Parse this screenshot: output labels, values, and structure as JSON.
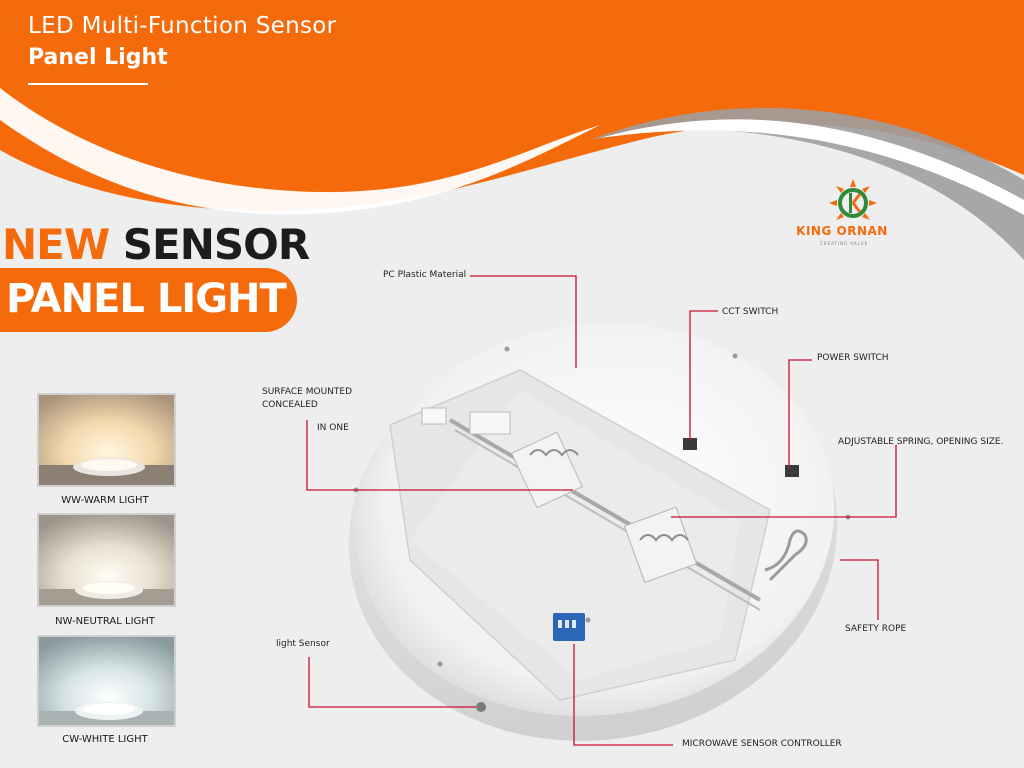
{
  "header": {
    "line1": "LED Multi-Function Sensor",
    "line2": "Panel Light"
  },
  "headline": {
    "word_new": "NEW",
    "word_sensor": "SENSOR",
    "pill_text": "PANEL LIGHT"
  },
  "brand": {
    "name": "KING ORNAN",
    "tagline": "CREATING VALUE"
  },
  "swatches": [
    {
      "caption": "WW-WARM LIGHT"
    },
    {
      "caption": "NW-NEUTRAL LIGHT"
    },
    {
      "caption": "CW-WHITE LIGHT"
    }
  ],
  "callouts": {
    "pc_plastic": "PC Plastic Material",
    "cct_switch": "CCT SWITCH",
    "power_switch": "POWER SWITCH",
    "surface_mounted_1": "SURFACE MOUNTED",
    "surface_mounted_2": "CONCEALED",
    "in_one": "IN ONE",
    "adjustable_spring": "ADJUSTABLE SPRING, OPENING SIZE.",
    "safety_rope": "SAFETY ROPE",
    "light_sensor": "light Sensor",
    "microwave": "MICROWAVE SENSOR CONTROLLER"
  },
  "colors": {
    "brand_orange": "#f56a0b",
    "callout_red": "#c8102e",
    "background": "#eeeeee"
  }
}
